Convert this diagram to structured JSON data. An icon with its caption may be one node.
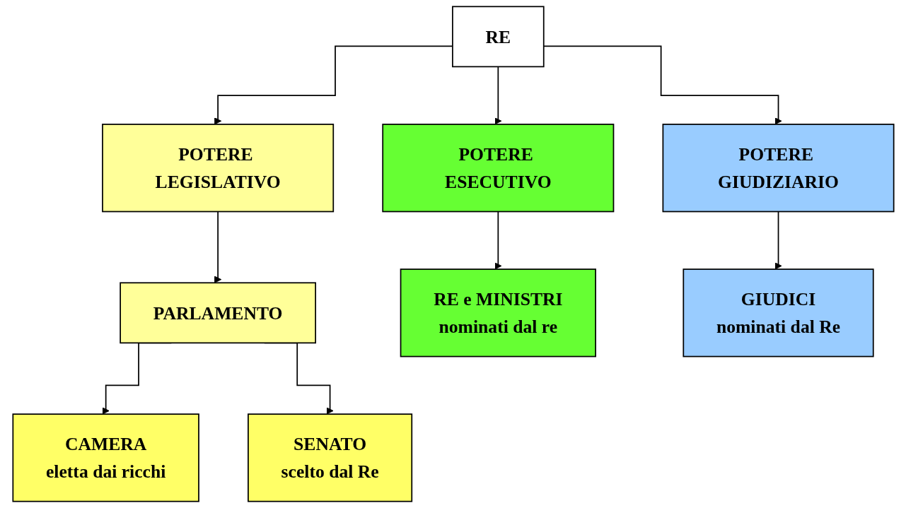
{
  "diagram": {
    "nodes": [
      {
        "text": [
          "RE"
        ]
      },
      {
        "text": [
          "POTERE LEGISLATIVO"
        ]
      },
      {
        "text": [
          "POTERE ESECUTIVO"
        ]
      },
      {
        "text": [
          "POTERE GIUDIZIARIO"
        ]
      },
      {
        "text": [
          "PARLAMENTO"
        ]
      },
      {
        "text": [
          "RE e MINISTRI",
          "nominati dal re"
        ]
      },
      {
        "text": [
          "GIUDICI",
          "nominati dal Re"
        ]
      },
      {
        "text": [
          "CAMERA",
          "eletta dai ricchi"
        ]
      },
      {
        "text": [
          "SENATO",
          "scelto dal Re"
        ]
      }
    ],
    "edges": [
      {
        "from": 0,
        "to": 1,
        "arrow": "to"
      },
      {
        "from": 0,
        "to": 2,
        "arrow": "to"
      },
      {
        "from": 0,
        "to": 3,
        "arrow": "to"
      },
      {
        "from": 1,
        "to": 4,
        "arrow": "to"
      },
      {
        "from": 2,
        "to": 5,
        "arrow": "to"
      },
      {
        "from": 3,
        "to": 6,
        "arrow": "to"
      },
      {
        "from": 4,
        "to": 7,
        "arrow": "to"
      },
      {
        "from": 4,
        "to": 8,
        "arrow": "to"
      }
    ]
  }
}
